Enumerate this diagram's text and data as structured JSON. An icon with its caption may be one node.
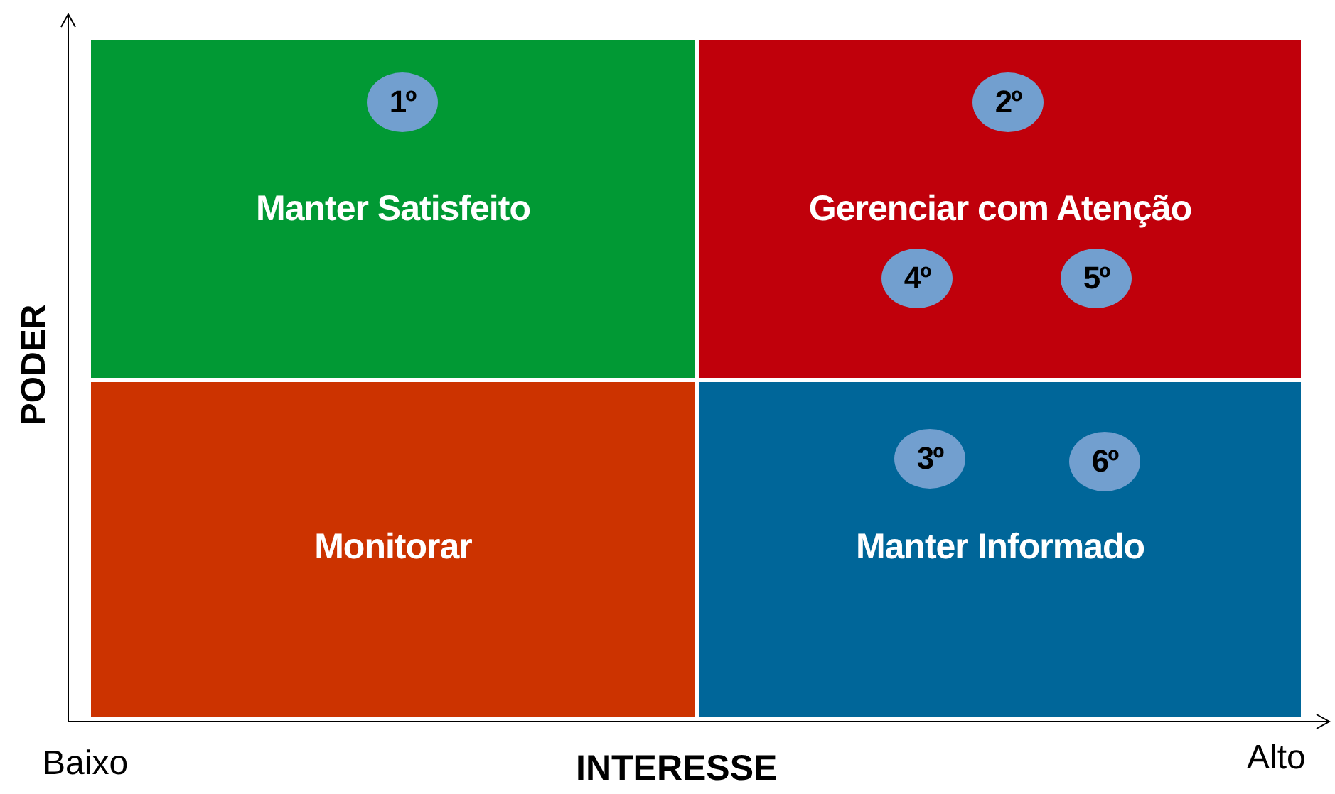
{
  "diagram": {
    "nodes": [
      {
        "text": [
          "Manter Satisfeito"
        ]
      },
      {
        "text": [
          "1º"
        ],
        "in": 0
      },
      {
        "text": [
          "Gerenciar com Atenção"
        ]
      },
      {
        "text": [
          "2º"
        ],
        "in": 2
      },
      {
        "text": [
          "4º"
        ],
        "in": 2
      },
      {
        "text": [
          "5º"
        ],
        "in": 2
      },
      {
        "text": [
          "Monitorar"
        ]
      },
      {
        "text": [
          "Manter Informado"
        ]
      },
      {
        "text": [
          "3º"
        ],
        "in": 7
      },
      {
        "text": [
          "6º"
        ],
        "in": 7
      }
    ],
    "labels": [
      "PODER",
      "Baixo",
      "INTERESSE",
      "Alto"
    ]
  }
}
